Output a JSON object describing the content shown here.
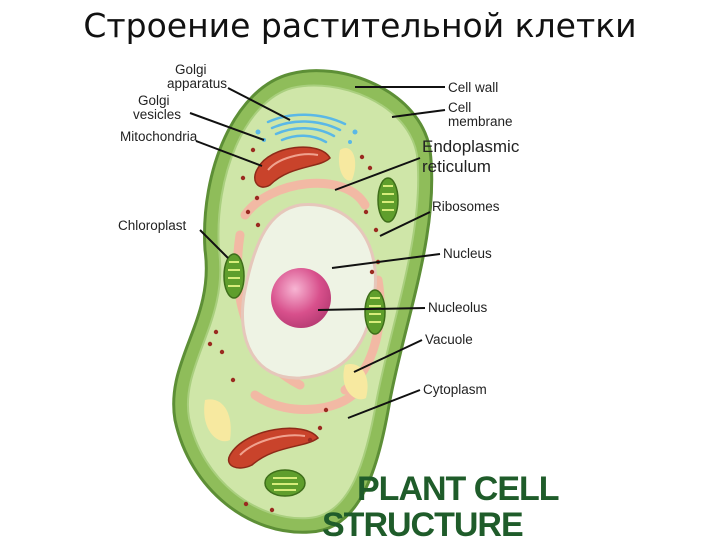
{
  "title": "Строение растительной клетки",
  "labels": {
    "golgi_apparatus_1": "Golgi",
    "golgi_apparatus_2": "apparatus",
    "golgi_vesicles_1": "Golgi",
    "golgi_vesicles_2": "vesicles",
    "mitochondria": "Mitochondria",
    "chloroplast": "Chloroplast",
    "cell_wall": "Cell wall",
    "cell_membrane_1": "Cell",
    "cell_membrane_2": "membrane",
    "er_1": "Endoplasmic",
    "er_2": "reticulum",
    "ribosomes": "Ribosomes",
    "nucleus": "Nucleus",
    "nucleolus": "Nucleolus",
    "vacuole": "Vacuole",
    "cytoplasm": "Cytoplasm"
  },
  "brand": {
    "line1": "PLANT CELL",
    "line2": "STRUCTURE"
  },
  "colors": {
    "cell_wall": "#7fb24a",
    "cytoplasm": "#cfe6a8",
    "vacuole": "#eef3e4",
    "nucleolus": "#d8508c",
    "mitochondria": "#c9432b",
    "chloroplast": "#5f9e2c",
    "er": "#f2b9a4",
    "golgi": "#5ab8e6",
    "brand": "#1f5c2a"
  }
}
